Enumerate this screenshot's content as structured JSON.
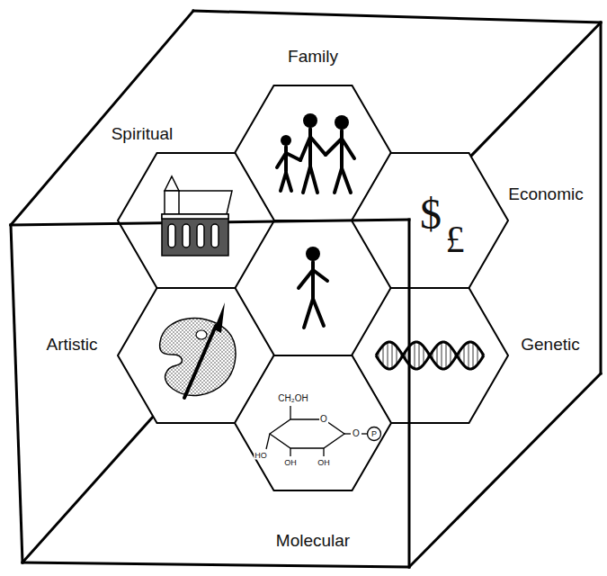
{
  "diagram": {
    "nodes": [
      {
        "text": [
          "Family"
        ]
      },
      {
        "text": [
          "Spiritual"
        ]
      },
      {
        "text": [
          "Economic"
        ]
      },
      {
        "text": [
          "Artistic"
        ]
      },
      {
        "text": [
          "Genetic"
        ]
      },
      {
        "text": [
          "Molecular"
        ]
      }
    ],
    "labels": [
      "$",
      "£",
      "CH₂OH",
      "O",
      "HO",
      "OH",
      "OH",
      "O",
      "P"
    ]
  }
}
